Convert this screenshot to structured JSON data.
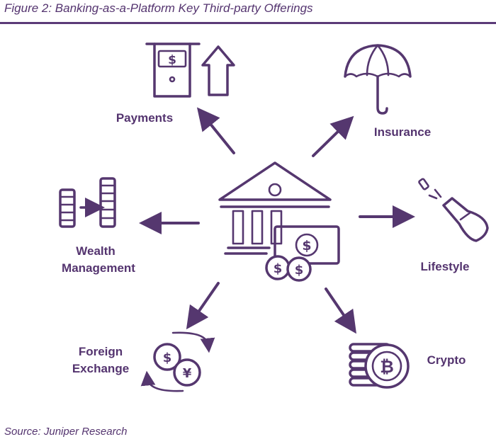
{
  "figure": {
    "title": "Figure 2: Banking-as-a-Platform Key Third-party Offerings",
    "source": "Source: Juniper Research"
  },
  "center": {
    "icon": "bank-with-money-icon"
  },
  "offerings": [
    {
      "label": "Payments",
      "icon": "atm-cash-upload-icon"
    },
    {
      "label": "Insurance",
      "icon": "umbrella-icon"
    },
    {
      "label_line1": "Wealth",
      "label_line2": "Management",
      "icon": "coin-stacks-transfer-icon"
    },
    {
      "label": "Lifestyle",
      "icon": "champagne-bottle-icon"
    },
    {
      "label_line1": "Foreign",
      "label_line2": "Exchange",
      "icon": "currency-exchange-icon"
    },
    {
      "label": "Crypto",
      "icon": "bitcoin-coin-stack-icon"
    }
  ],
  "glyphs": {
    "dollar": "$",
    "yen": "¥",
    "bitcoin": "₿"
  },
  "colors": {
    "primary": "#55376f",
    "rule": "#5b3a78",
    "background": "#ffffff"
  }
}
